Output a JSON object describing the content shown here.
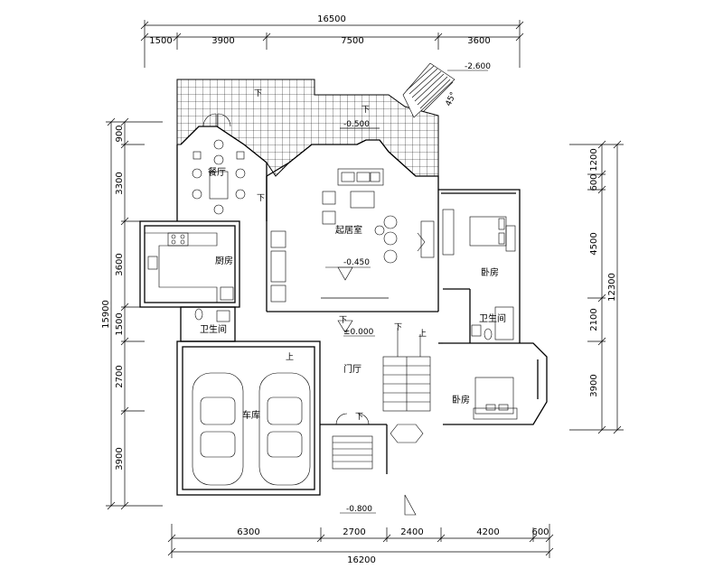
{
  "dimensions": {
    "top_total": "16500",
    "top_segments": [
      "1500",
      "3900",
      "7500",
      "3600"
    ],
    "bottom_segments": [
      "6300",
      "2700",
      "2400",
      "4200",
      "600"
    ],
    "bottom_total": "16200",
    "left_total": "15900",
    "left_segments": [
      "900",
      "3300",
      "3600",
      "1500",
      "2700",
      "3900"
    ],
    "right_total": "12300",
    "right_segments": [
      "1200",
      "600",
      "4500",
      "2100",
      "3900"
    ]
  },
  "rooms": {
    "dining": "餐厅",
    "kitchen": "厨房",
    "living": "起居室",
    "bedroom_upper": "卧房",
    "bathroom_left": "卫生间",
    "bathroom_right": "卫生间",
    "foyer": "门厅",
    "garage": "车库",
    "bedroom_lower": "卧房"
  },
  "levels": {
    "stair_exit": "-2.600",
    "terrace": "-0.500",
    "living": "-0.450",
    "foyer": "±0.000",
    "entry": "-0.800"
  },
  "markers": {
    "down": "下",
    "up": "上",
    "angle": "45°"
  }
}
